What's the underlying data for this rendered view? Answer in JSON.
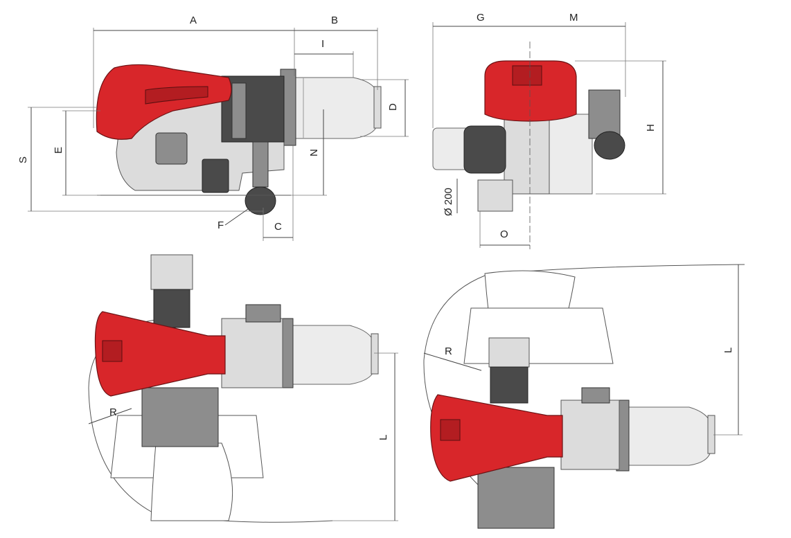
{
  "labels": {
    "A": "A",
    "B": "B",
    "I": "I",
    "D": "D",
    "S": "S",
    "E": "E",
    "N": "N",
    "F": "F",
    "C": "C",
    "G": "G",
    "M": "M",
    "H": "H",
    "phi200": "Ø 200",
    "O": "O",
    "R1": "R",
    "L1": "L",
    "R2": "R",
    "L2": "L"
  },
  "colors": {
    "housing_red": "#d8262a",
    "steel": "#dcdcdc",
    "dark": "#4a4a4a",
    "line": "#444444"
  }
}
